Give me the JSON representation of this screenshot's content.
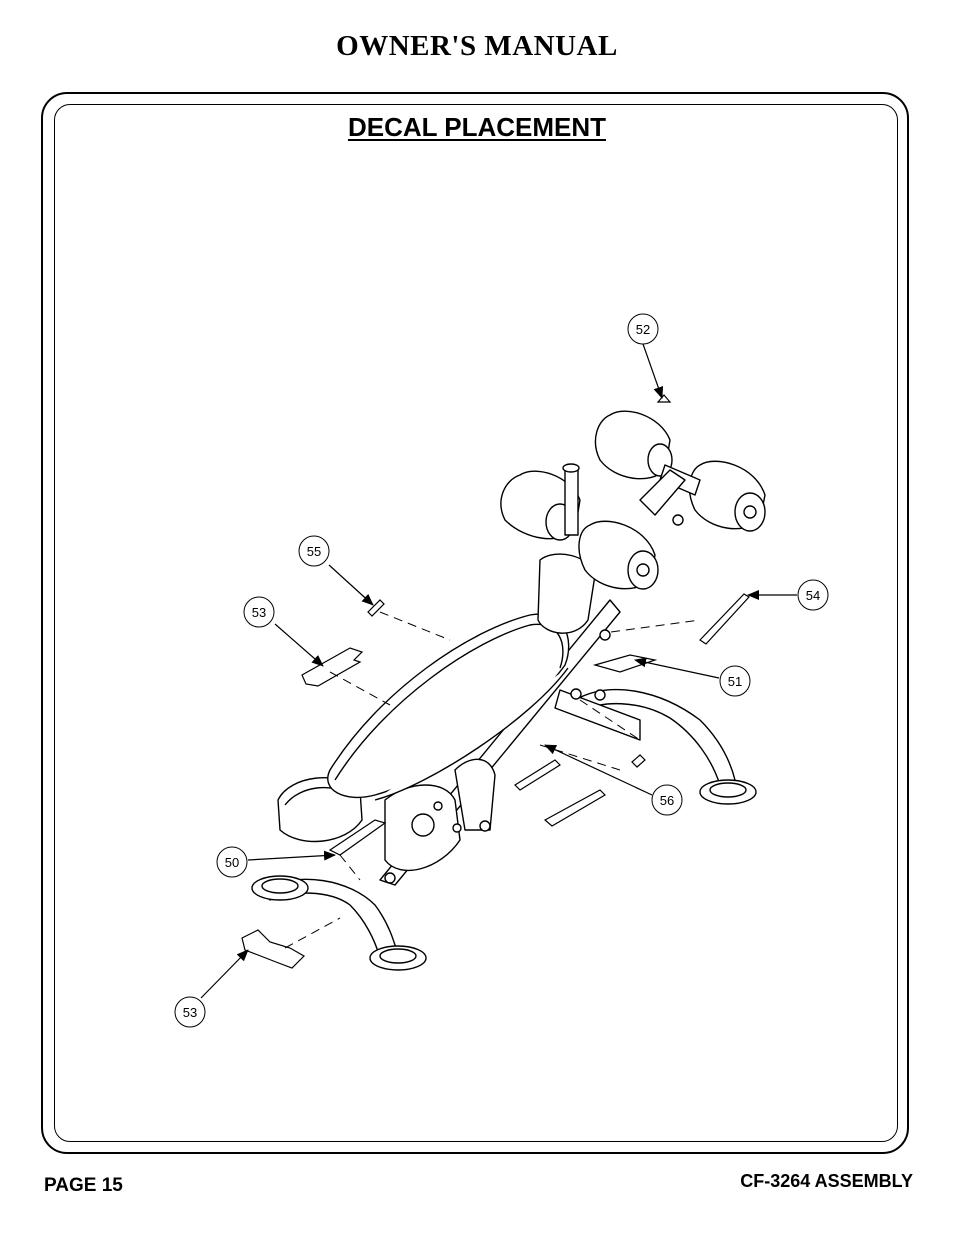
{
  "header": {
    "title": "OWNER'S MANUAL"
  },
  "section": {
    "title": "DECAL PLACEMENT"
  },
  "callouts": {
    "c52": "52",
    "c55": "55",
    "c53a": "53",
    "c54": "54",
    "c51": "51",
    "c56": "56",
    "c50": "50",
    "c53b": "53"
  },
  "footer": {
    "page": "PAGE 15",
    "model": "CF-3264 ASSEMBLY"
  }
}
